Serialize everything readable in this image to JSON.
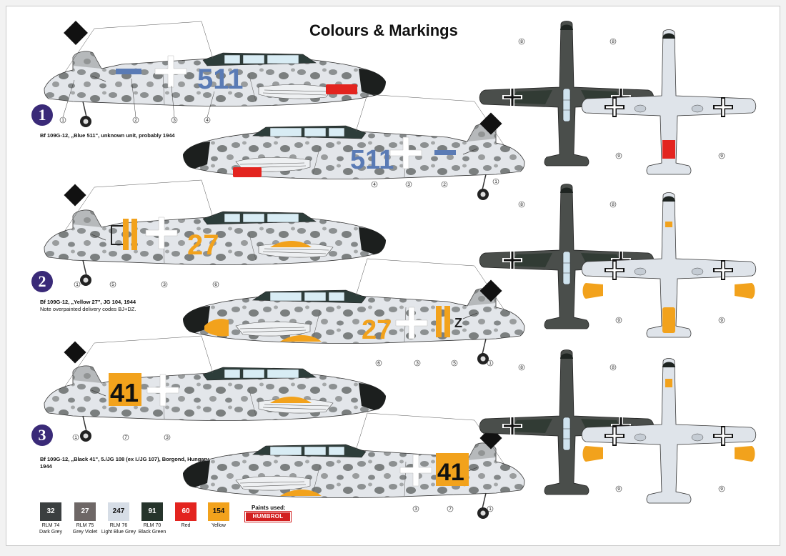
{
  "title": "Colours & Markings",
  "schemes": [
    {
      "number": "1",
      "title": "Bf 109G-12, „Blue 511\", unknown unit, probably 1944",
      "note": ""
    },
    {
      "number": "2",
      "title": "Bf 109G-12, „Yellow 27\", JG 104, 1944",
      "note": "Note overpainted delivery codes BJ+DZ."
    },
    {
      "number": "3",
      "title": "Bf 109G-12, „Black 41\", 5./JG 108 (ex I./JG 107), Borgond, Hungary 1944",
      "note": ""
    }
  ],
  "codes": {
    "blue": "511",
    "yellow": "27",
    "black": "41",
    "delivery_fragment": "Z"
  },
  "callouts": [
    "1",
    "2",
    "3",
    "4",
    "5",
    "6",
    "7",
    "8",
    "9"
  ],
  "paints_label": "Paints used:",
  "paints_brand": "HUMBROL",
  "paints": [
    {
      "code": "32",
      "name": "RLM 74",
      "desc": "Dark Grey",
      "color": "#3b3f40"
    },
    {
      "code": "27",
      "name": "RLM 75",
      "desc": "Grey Violet",
      "color": "#6e6766"
    },
    {
      "code": "247",
      "name": "RLM 76",
      "desc": "Light Blue Grey",
      "color": "#d6dde6"
    },
    {
      "code": "91",
      "name": "RLM 70",
      "desc": "Black Green",
      "color": "#26342b"
    },
    {
      "code": "60",
      "name": "Red",
      "desc": "",
      "color": "#e3241f"
    },
    {
      "code": "154",
      "name": "Yellow",
      "desc": "",
      "color": "#f2a21c"
    }
  ]
}
